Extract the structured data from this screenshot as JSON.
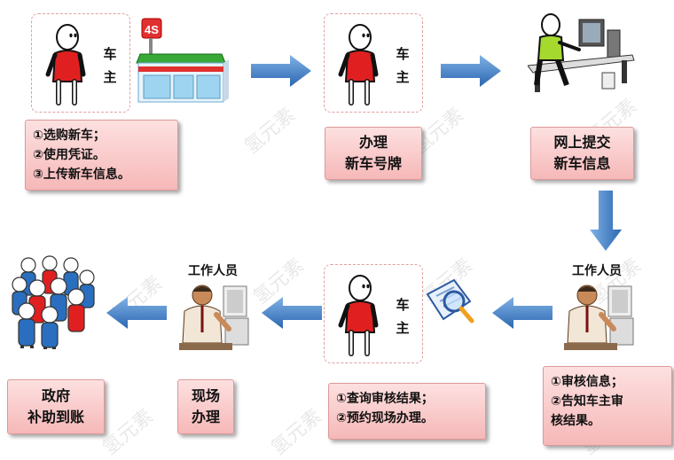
{
  "owner_label": [
    "车",
    "主"
  ],
  "shop_sign": "4S",
  "steps": {
    "buy": [
      "①选购新车；",
      "②使用凭证。",
      "③上传新车信息。"
    ],
    "plate": [
      "办理",
      "新车号牌"
    ],
    "submit": [
      "网上提交",
      "新车信息"
    ],
    "staff_label": "工作人员",
    "review": [
      "①审核信息；",
      "②告知车主审",
      "核结果。"
    ],
    "query": [
      "①查询审核结果；",
      "②预约现场办理。"
    ],
    "onsite": [
      "现场",
      "办理"
    ],
    "subsidy": [
      "政府",
      "补助到账"
    ]
  },
  "watermark": "氢元素",
  "colors": {
    "arrow": "#3a78c4",
    "box_fill": "#f6b8b8",
    "shirt": "#e02020"
  }
}
